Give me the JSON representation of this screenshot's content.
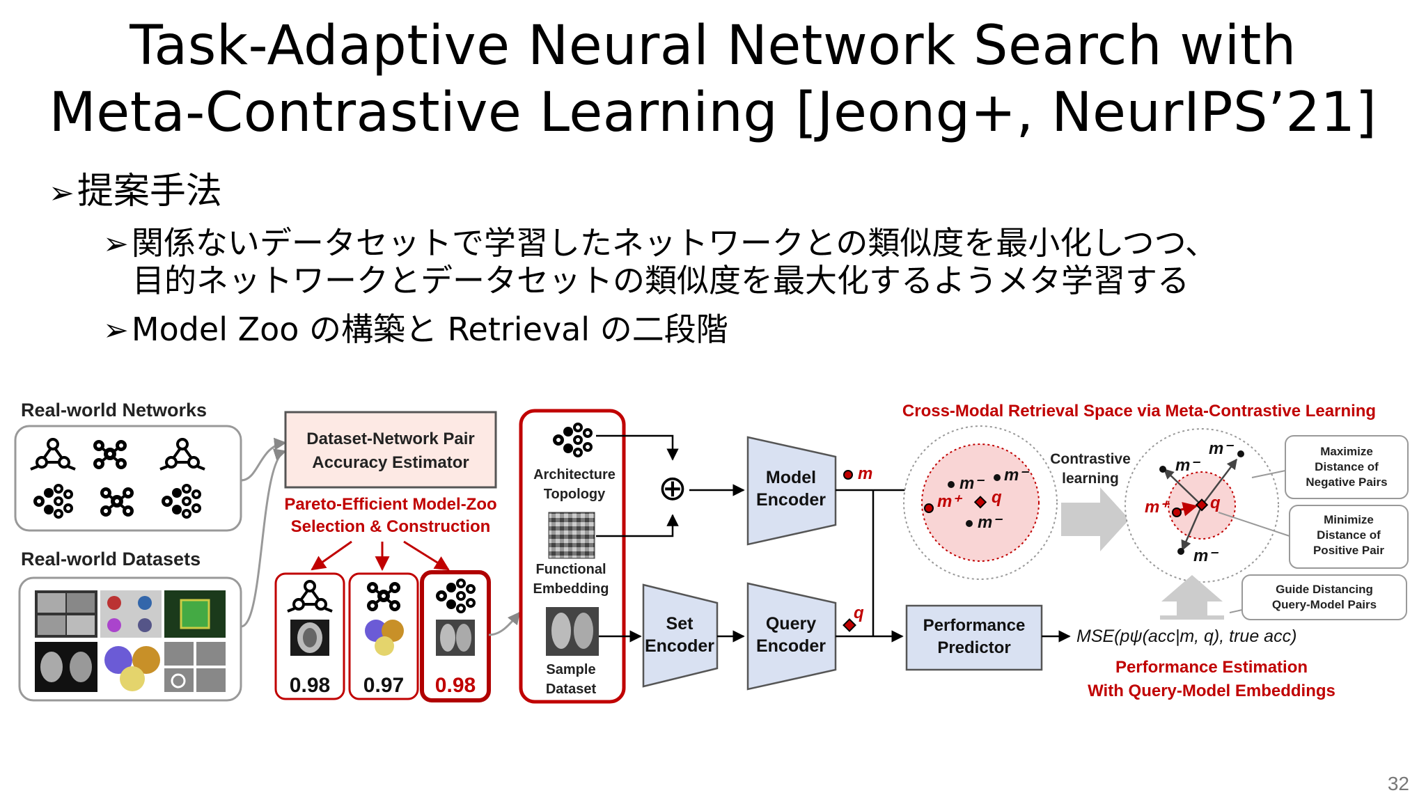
{
  "slide": {
    "title_line1": "Task-Adaptive Neural Network Search with",
    "title_line2": "Meta-Contrastive Learning [Jeong+, NeurIPS’21]",
    "page_number": "32"
  },
  "bullets": {
    "marker": "➢",
    "b1": "提案手法",
    "b2_line1": "関係ないデータセットで学習したネットワークとの類似度を最小化しつつ、",
    "b2_line2": "目的ネットワークとデータセットの類似度を最大化するようメタ学習する",
    "b3": "Model Zoo の構築と Retrieval の二段階"
  },
  "figure": {
    "real_world_networks": "Real-world Networks",
    "real_world_datasets": "Real-world Datasets",
    "estimator_line1": "Dataset-Network Pair",
    "estimator_line2": "Accuracy Estimator",
    "pareto_line1": "Pareto-Efficient Model-Zoo",
    "pareto_line2": "Selection & Construction",
    "zoo_scores": [
      "0.98",
      "0.97",
      "0.98"
    ],
    "arch_line1": "Architecture",
    "arch_line2": "Topology",
    "func_line1": "Functional",
    "func_line2": "Embedding",
    "sample_line1": "Sample",
    "sample_line2": "Dataset",
    "oplus": "⊕",
    "model_enc_line1": "Model",
    "model_enc_line2": "Encoder",
    "set_enc_line1": "Set",
    "set_enc_line2": "Encoder",
    "query_enc_line1": "Query",
    "query_enc_line2": "Encoder",
    "m_label": "m",
    "q_label": "q",
    "perf_line1": "Performance",
    "perf_line2": "Predictor",
    "mse": "MSE(pψ(acc|m, q), true acc)",
    "perf_est_line1": "Performance Estimation",
    "perf_est_line2": "With Query-Model Embeddings",
    "space_title": "Cross-Modal Retrieval Space via Meta-Contrastive Learning",
    "contrastive_line1": "Contrastive",
    "contrastive_line2": "learning",
    "m_minus": "m⁻",
    "m_plus": "m⁺",
    "maximize_line1": "Maximize",
    "maximize_line2": "Distance of",
    "maximize_line3": "Negative Pairs",
    "minimize_line1": "Minimize",
    "minimize_line2": "Distance of",
    "minimize_line3": "Positive Pair",
    "guide_line1": "Guide Distancing",
    "guide_line2": "Query-Model Pairs"
  },
  "colors": {
    "accent_red": "#c00000",
    "encoder_blue": "#d9e1f2",
    "estimator_fill": "#fde9e4",
    "space_fill": "#f9d5d5"
  }
}
